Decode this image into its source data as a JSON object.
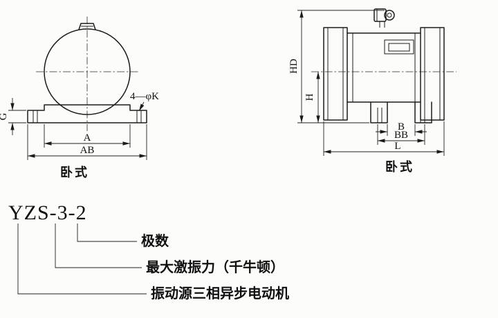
{
  "front_view": {
    "dim_g": "G",
    "dim_k": "4—φK",
    "dim_a": "A",
    "dim_ab": "AB",
    "caption": "卧式"
  },
  "side_view": {
    "dim_hd": "HD",
    "dim_h": "H",
    "dim_b": "B",
    "dim_bb": "BB",
    "dim_l": "L",
    "caption": "卧式"
  },
  "model": {
    "code": "YZS-3-2",
    "annotations": [
      {
        "label": "极数"
      },
      {
        "label": "最大激振力（千牛顿）"
      },
      {
        "label": "振动源三相异步电动机"
      }
    ]
  }
}
